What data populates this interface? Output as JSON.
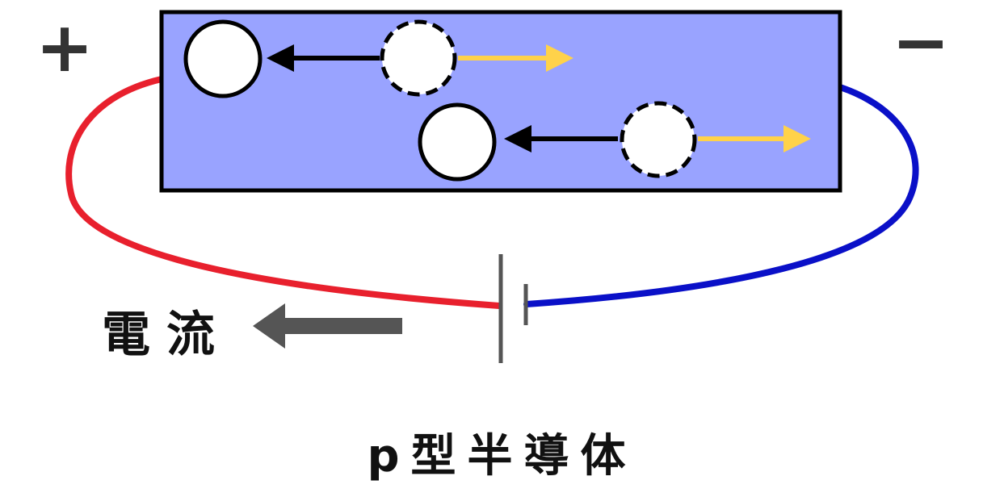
{
  "title": "p型半導体",
  "current_label": "電流",
  "terminals": {
    "positive": "+",
    "negative": "−"
  },
  "colors": {
    "semiconductor_fill": "#99a3ff",
    "positive_wire": "#e8202d",
    "negative_wire": "#0a10c8",
    "hole_motion_arrow": "#ffd24a",
    "electron_motion_arrow": "#000000",
    "current_arrow": "#555555",
    "battery": "#555555"
  },
  "icons": {
    "particle": "circle",
    "vacancy": "dashed-circle"
  }
}
